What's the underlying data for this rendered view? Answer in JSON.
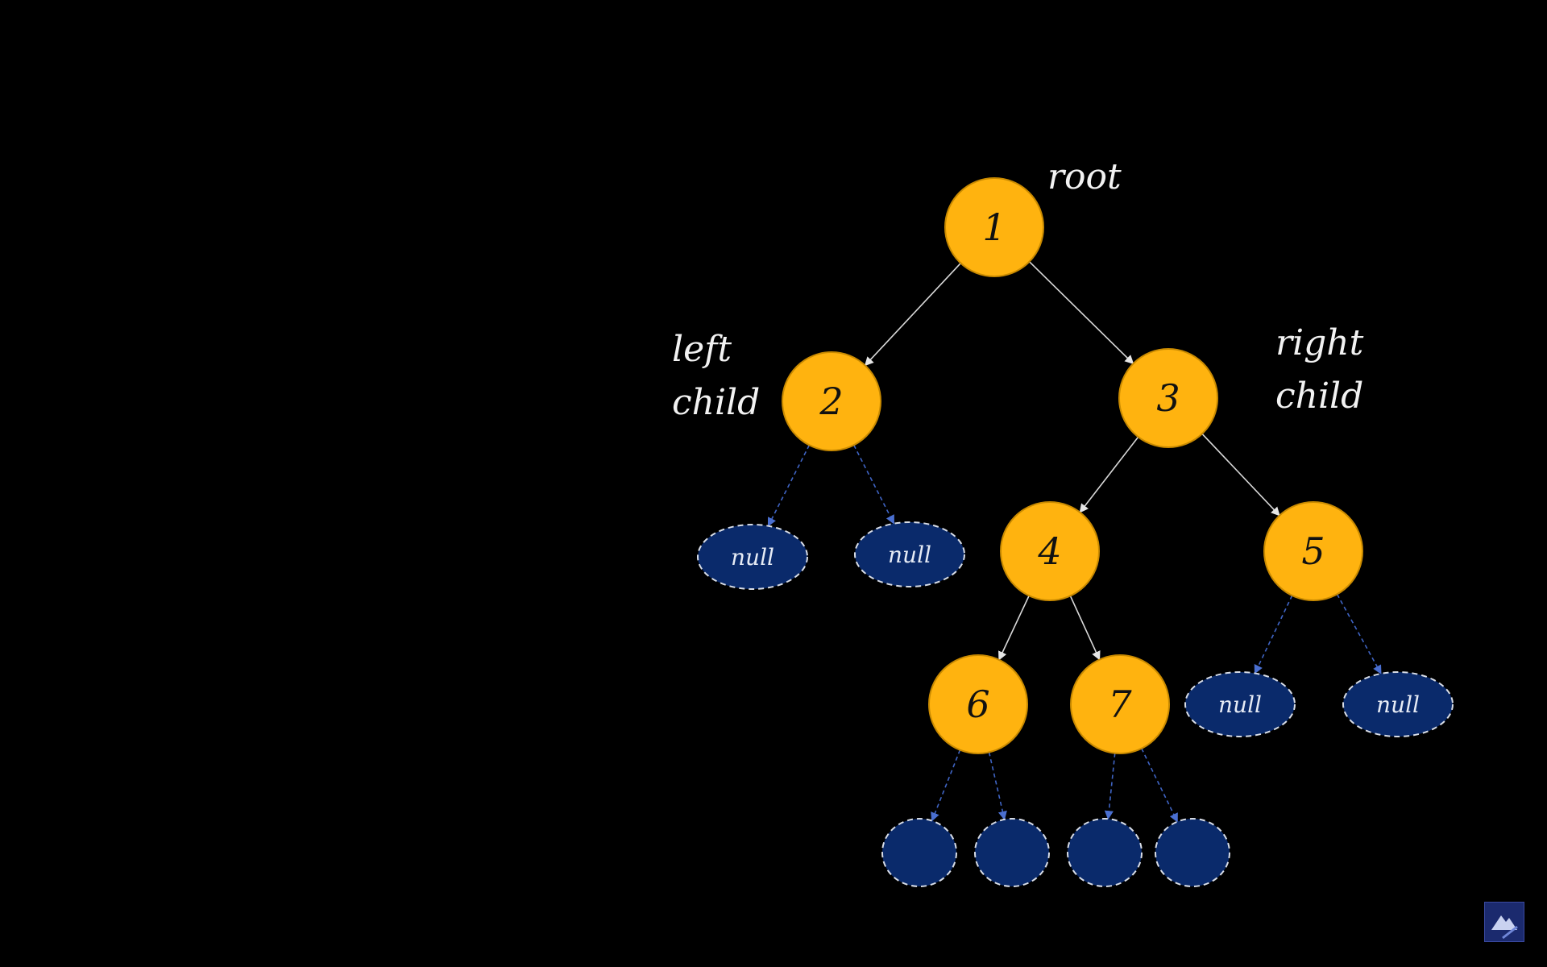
{
  "labels": {
    "root": "root",
    "left_child_line1": "left",
    "left_child_line2": "child",
    "right_child_line1": "right",
    "right_child_line2": "child"
  },
  "nodes": [
    {
      "id": "n1",
      "label": "1"
    },
    {
      "id": "n2",
      "label": "2"
    },
    {
      "id": "n3",
      "label": "3"
    },
    {
      "id": "n4",
      "label": "4"
    },
    {
      "id": "n5",
      "label": "5"
    },
    {
      "id": "n6",
      "label": "6"
    },
    {
      "id": "n7",
      "label": "7"
    }
  ],
  "null_nodes": [
    {
      "id": "null-2-left",
      "label": "null"
    },
    {
      "id": "null-2-right",
      "label": "null"
    },
    {
      "id": "null-5-left",
      "label": "null"
    },
    {
      "id": "null-5-right",
      "label": "null"
    },
    {
      "id": "null-6-left",
      "label": ""
    },
    {
      "id": "null-6-right",
      "label": ""
    },
    {
      "id": "null-7-left",
      "label": ""
    },
    {
      "id": "null-7-right",
      "label": ""
    }
  ],
  "edges": [
    {
      "from": "n1",
      "to": "n2",
      "style": "solid"
    },
    {
      "from": "n1",
      "to": "n3",
      "style": "solid"
    },
    {
      "from": "n3",
      "to": "n4",
      "style": "solid"
    },
    {
      "from": "n3",
      "to": "n5",
      "style": "solid"
    },
    {
      "from": "n4",
      "to": "n6",
      "style": "solid"
    },
    {
      "from": "n4",
      "to": "n7",
      "style": "solid"
    },
    {
      "from": "n2",
      "to": "null-2-left",
      "style": "dashed"
    },
    {
      "from": "n2",
      "to": "null-2-right",
      "style": "dashed"
    },
    {
      "from": "n5",
      "to": "null-5-left",
      "style": "dashed"
    },
    {
      "from": "n5",
      "to": "null-5-right",
      "style": "dashed"
    },
    {
      "from": "n6",
      "to": "null-6-left",
      "style": "dashed"
    },
    {
      "from": "n6",
      "to": "null-6-right",
      "style": "dashed"
    },
    {
      "from": "n7",
      "to": "null-7-left",
      "style": "dashed"
    },
    {
      "from": "n7",
      "to": "null-7-right",
      "style": "dashed"
    }
  ],
  "colors": {
    "background": "#000000",
    "node_fill": "#ffb30f",
    "node_stroke": "#c98a00",
    "node_text": "#111111",
    "null_fill": "#0a2a6b",
    "null_stroke": "#d9dee8",
    "null_text": "#e6ebf5",
    "solid_edge": "#d9d9d9",
    "dashed_edge": "#3f64c4",
    "annotation_text": "#f2f2f2"
  },
  "watermark": {
    "icon": "mountain-logo-icon"
  }
}
